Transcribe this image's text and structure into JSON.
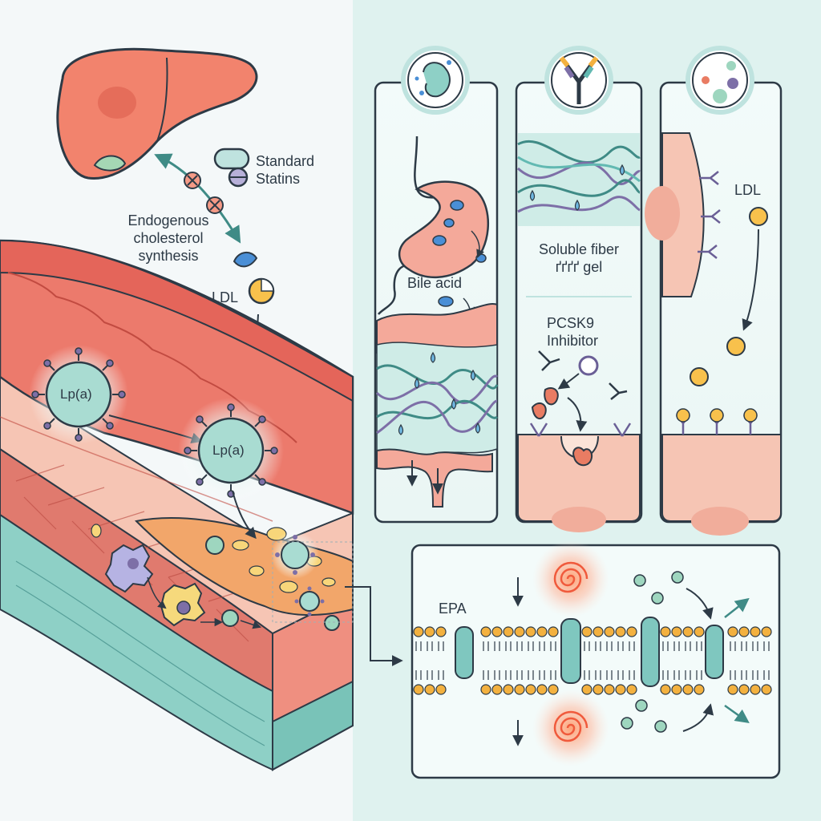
{
  "labels": {
    "standard_statins": [
      "Standard",
      "Statins"
    ],
    "endogenous": [
      "Endogenous",
      "cholesterol",
      "synthesis"
    ],
    "ldl_left": "LDL",
    "lpa_1": "Lp(a)",
    "lpa_2": "Lp(a)",
    "bile_acid": "Bile acid",
    "soluble_fiber": [
      "Soluble fiber",
      "ґґґґ gel"
    ],
    "pcsk9": [
      "PCSK9",
      "Inhibitor"
    ],
    "ldl_right": "LDL",
    "epa": "EPA"
  },
  "icons": {
    "panel1": "gut-microbe-icon",
    "panel2": "antibody-icon",
    "panel3": "particles-icon"
  },
  "colors": {
    "bg_left": "#f4f8f9",
    "bg_right": "#dff2ef",
    "outline": "#2d3a46",
    "artery_red": "#e9756b",
    "artery_light": "#f4b7a6",
    "teal": "#62b9b2",
    "teal_light": "#bfe3df",
    "purple": "#7d6fa7",
    "orange": "#f3b13f",
    "green_particle": "#9ed6bf",
    "liver": "#f2836d",
    "glow_red": "#f05a3c"
  }
}
